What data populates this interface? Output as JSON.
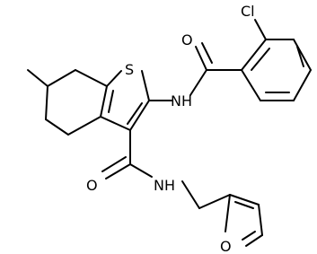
{
  "colors": {
    "background": "#ffffff",
    "ink": "#000000"
  },
  "atom_labels": {
    "cl": "Cl",
    "o_carbonyl_1": "O",
    "s": "S",
    "nh_1": "NH",
    "o_carbonyl_2": "O",
    "nh_2": "NH",
    "o_furan": "O"
  }
}
